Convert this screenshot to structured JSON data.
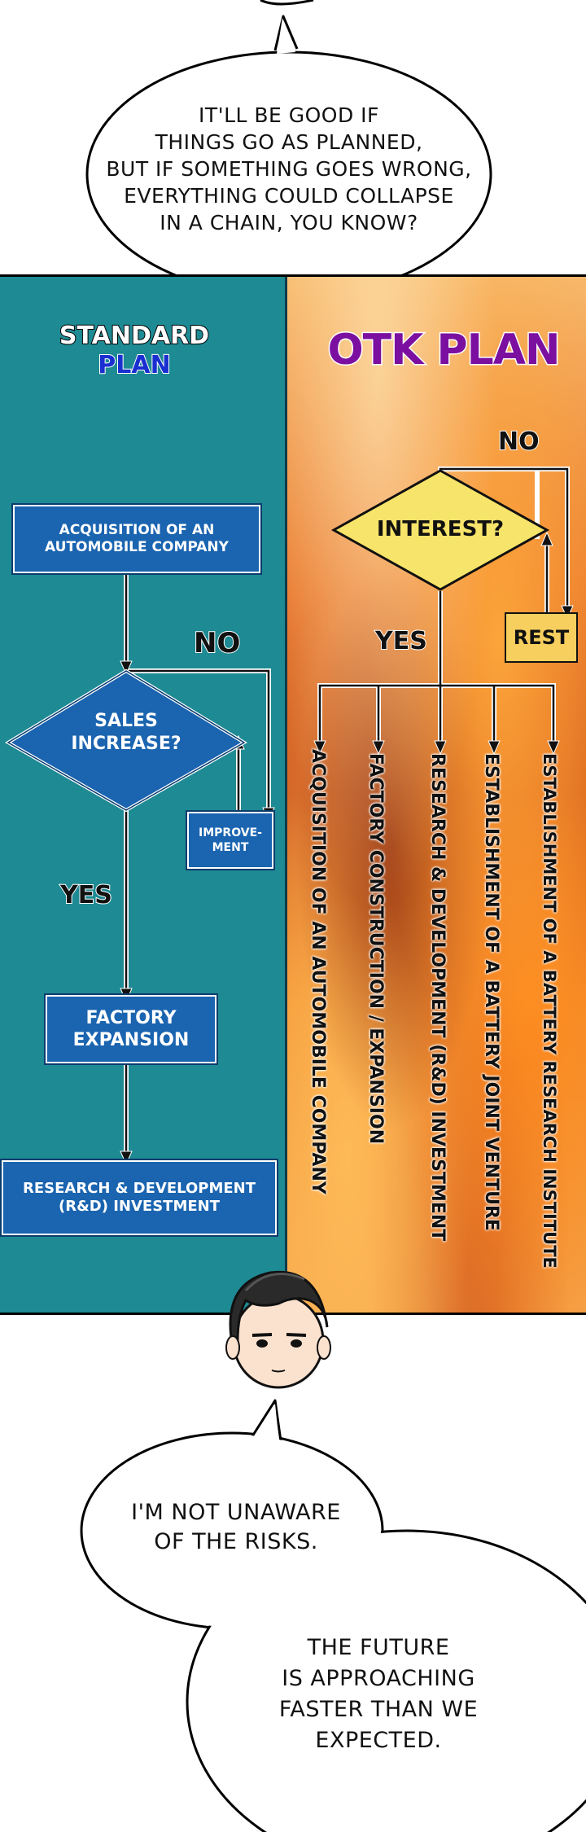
{
  "top_bubble": {
    "lines": [
      "IT'LL BE GOOD IF",
      "THINGS GO AS PLANNED,",
      "BUT IF SOMETHING GOES WRONG,",
      "EVERYTHING COULD COLLAPSE",
      "IN A CHAIN, YOU KNOW?"
    ]
  },
  "standard_plan": {
    "title_line1": "STANDARD",
    "title_line2": "PLAN",
    "step1": "ACQUISITION OF AN AUTOMOBILE COMPANY",
    "decision": "SALES INCREASE?",
    "no_label": "NO",
    "yes_label": "YES",
    "improvement": "IMPROVE-\nMENT",
    "step2": "FACTORY EXPANSION",
    "step3": "RESEARCH & DEVELOPMENT (R&D) INVESTMENT"
  },
  "otk_plan": {
    "title": "OTK PLAN",
    "no_label": "NO",
    "decision": "INTEREST?",
    "rest": "REST",
    "yes_label": "YES",
    "branches": [
      "ACQUISITION OF AN AUTOMOBILE COMPANY",
      "FACTORY CONSTRUCTION / EXPANSION",
      "RESEARCH & DEVELOPMENT (R&D) INVESTMENT",
      "ESTABLISHMENT OF A BATTERY JOINT VENTURE",
      "ESTABLISHMENT OF A BATTERY RESEARCH INSTITUTE"
    ]
  },
  "bottom_bubble": {
    "lines_a": [
      "I'M NOT UNAWARE",
      "OF THE RISKS."
    ],
    "lines_b": [
      "THE FUTURE",
      "IS APPROACHING",
      "FASTER THAN WE",
      "EXPECTED."
    ]
  },
  "colors": {
    "standard_bg": "#1e8a93",
    "box_blue": "#1a64b0",
    "diamond_yellow": "#f7e46a",
    "rest_yellow": "#f7cf5e",
    "otk_title": "#7b0fa0"
  }
}
